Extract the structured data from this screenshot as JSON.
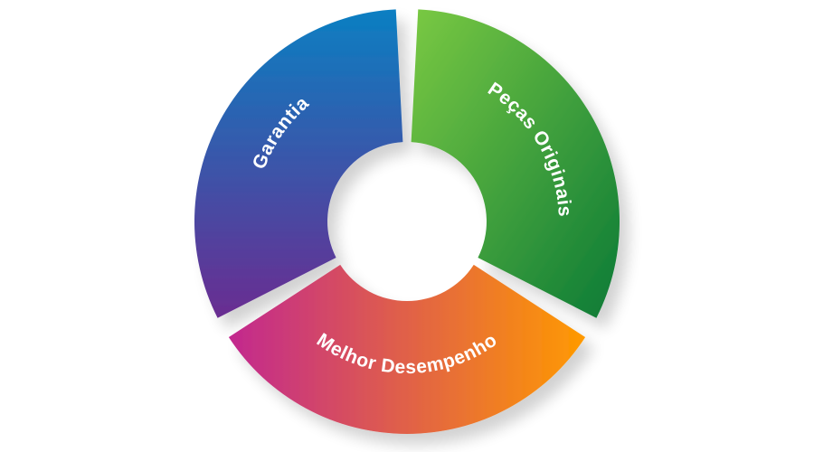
{
  "diagram": {
    "type": "cycle-ring",
    "segments": [
      {
        "label": "Peças Originais",
        "color_start": "#7ac943",
        "color_end": "#0b7a36"
      },
      {
        "label": "Melhor Desempenho",
        "color_start": "#c2288f",
        "color_end": "#ff9a00"
      },
      {
        "label": "Garantia",
        "color_start": "#0b7fc2",
        "color_end": "#6a2c91"
      }
    ]
  }
}
